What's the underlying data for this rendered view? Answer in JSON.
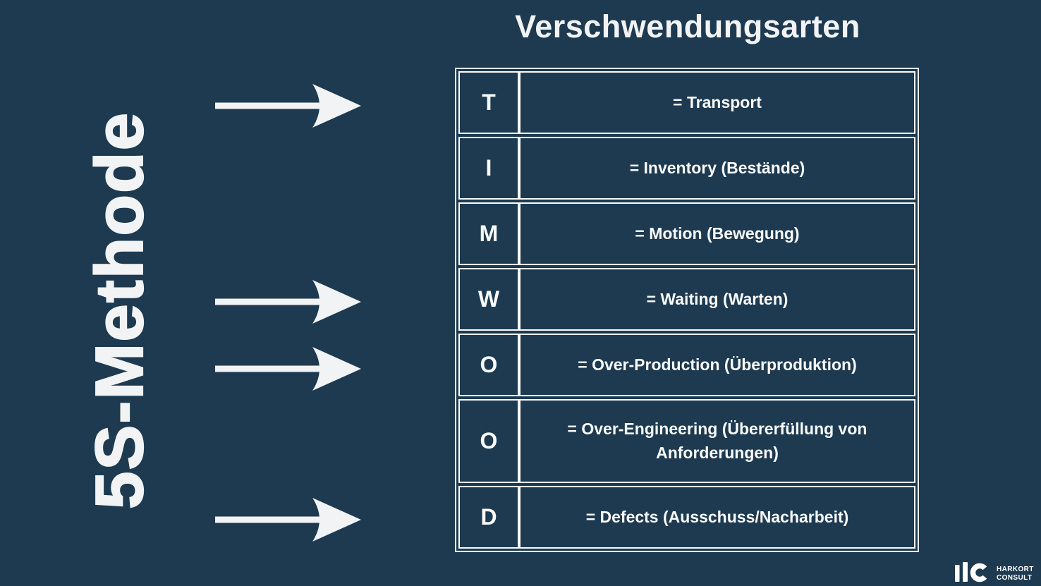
{
  "colors": {
    "background": "#1d3a50",
    "foreground": "#f2f3f4",
    "table_border": "#fbfbfb"
  },
  "left_panel": {
    "vertical_title": "5S-Methode",
    "arrows": {
      "count": 4,
      "direction": "right"
    }
  },
  "waste_table": {
    "title": "Verschwendungsarten",
    "rows": [
      {
        "letter": "T",
        "description": "= Transport"
      },
      {
        "letter": "I",
        "description": "= Inventory (Bestände)"
      },
      {
        "letter": "M",
        "description": "= Motion (Bewegung)"
      },
      {
        "letter": "W",
        "description": "= Waiting (Warten)"
      },
      {
        "letter": "O",
        "description": "= Over-Production (Überproduktion)"
      },
      {
        "letter": "O",
        "description": "= Over-Engineering (Übererfüllung von Anforderungen)"
      },
      {
        "letter": "D",
        "description": "= Defects (Ausschuss/Nacharbeit)"
      }
    ]
  },
  "logo": {
    "line1": "HARKORT",
    "line2": "CONSULT"
  }
}
